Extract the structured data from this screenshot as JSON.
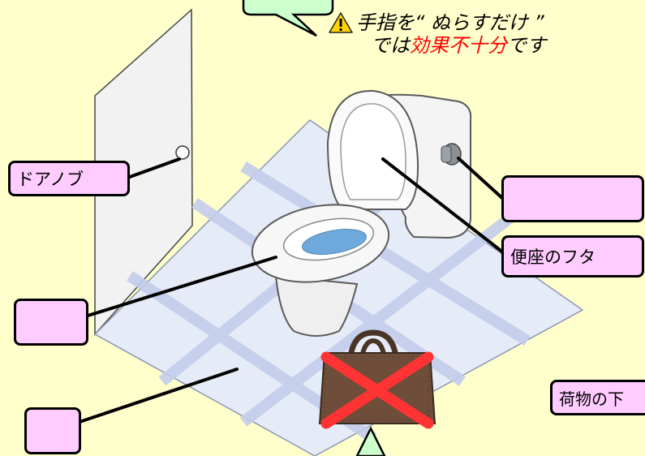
{
  "labels": {
    "door_knob": "ドアノブ",
    "flush_lever": "",
    "seat_lid": "便座のフタ",
    "toilet_seat": "",
    "floor": "",
    "luggage": "荷物の下"
  },
  "warning": {
    "icon": "warning-triangle-icon",
    "text_line1": "手指を“ ぬらすだけ ”",
    "text_line2_pre": "では",
    "text_line2_red": "効果不十分",
    "text_line2_post": "です"
  },
  "colors": {
    "background": "#FFFFCC",
    "label_fill": "#FFCCFF",
    "bubble_fill": "#CCFFCC",
    "warning_red": "#FF0000",
    "cross_red": "#FF3333"
  }
}
